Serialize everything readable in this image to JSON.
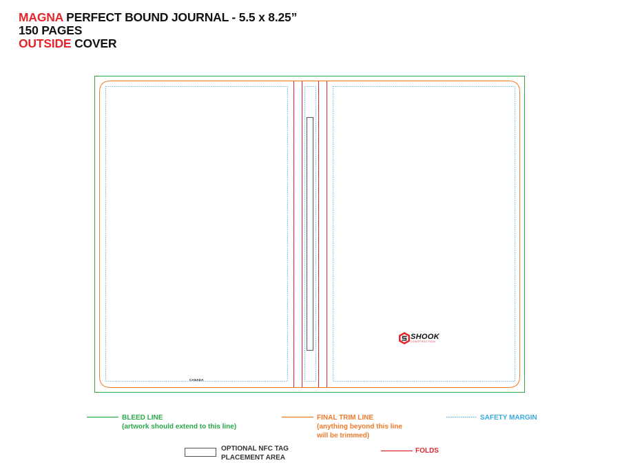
{
  "header": {
    "brand": "MAGNA",
    "product": "PERFECT BOUND JOURNAL - 5.5 x 8.25”",
    "pages": "150 PAGES",
    "side_highlight": "OUTSIDE",
    "side_rest": "COVER"
  },
  "cover": {
    "back_imprint": "CANADA",
    "logo_main": "SHOOK",
    "logo_sub": "CONSTRUCTION"
  },
  "legend": {
    "bleed": {
      "label": "BLEED LINE",
      "note": "(artwork should extend to this line)",
      "color": "#2aa84a"
    },
    "trim": {
      "label": "FINAL TRIM LINE",
      "note_line1": "(anything beyond this line",
      "note_line2": "will be trimmed)",
      "color": "#f07a2a"
    },
    "safety": {
      "label": "SAFETY MARGIN",
      "color": "#37a8e0"
    },
    "nfc": {
      "label_line1": "OPTIONAL NFC TAG",
      "label_line2": "PLACEMENT AREA"
    },
    "folds": {
      "label": "FOLDS",
      "color": "#e3262b"
    }
  }
}
